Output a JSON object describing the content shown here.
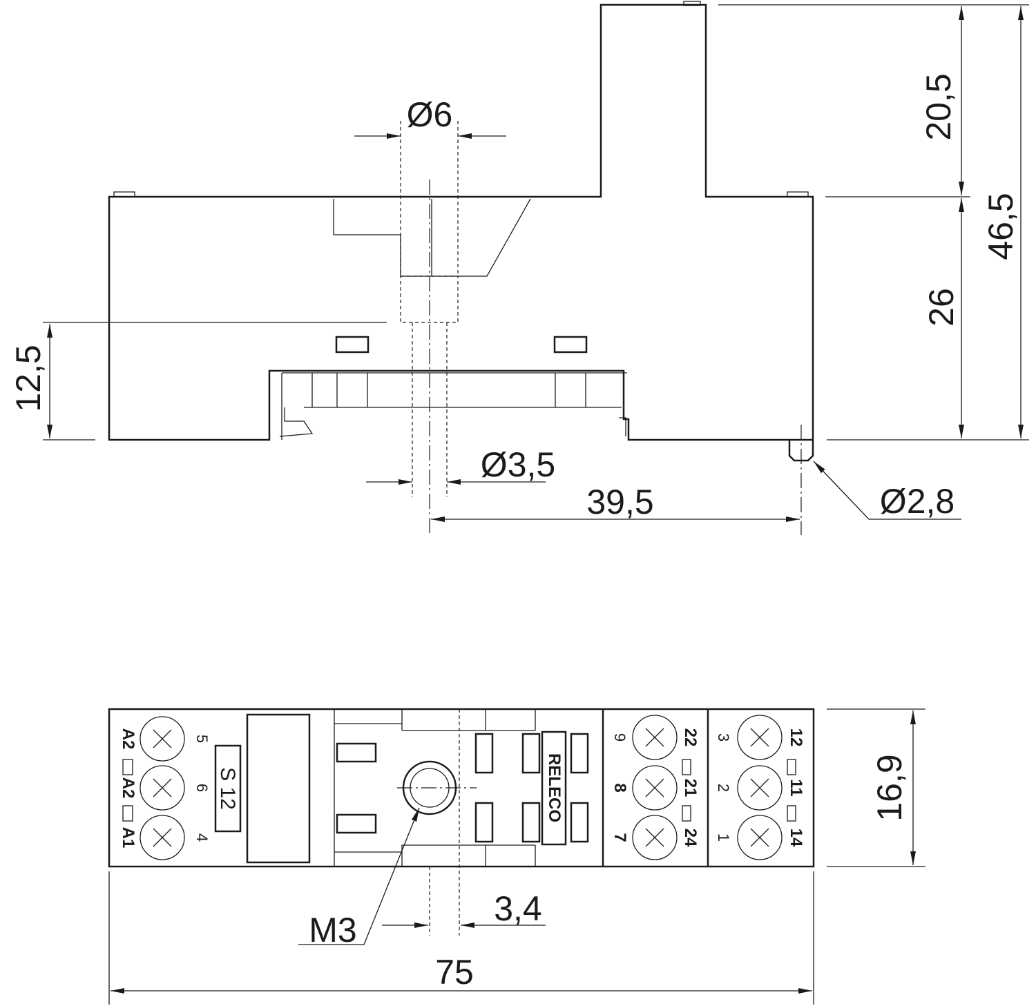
{
  "dimensions": {
    "d6": "Ø6",
    "d20_5": "20,5",
    "d46_5": "46,5",
    "d26": "26",
    "d12_5": "12,5",
    "d3_5": "Ø3,5",
    "d39_5": "39,5",
    "d2_8": "Ø2,8",
    "d16_9": "16,9",
    "m3": "M3",
    "d3_4": "3,4",
    "d75": "75"
  },
  "terminals": {
    "left_labels": [
      "A2",
      "A2",
      "A1"
    ],
    "left_numbers": [
      "5",
      "6",
      "4"
    ],
    "mid_labels": [
      "22",
      "21",
      "24"
    ],
    "mid_numbers": [
      "9",
      "8",
      "7"
    ],
    "right_labels": [
      "12",
      "11",
      "14"
    ],
    "right_numbers": [
      "3",
      "2",
      "1"
    ]
  },
  "badge": "S 12",
  "brand": "RELECO"
}
